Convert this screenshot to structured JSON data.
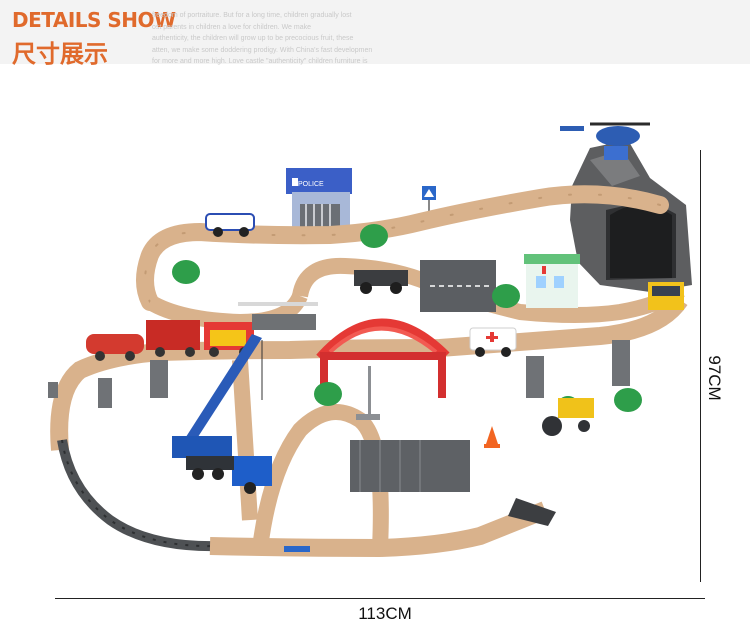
{
  "header": {
    "title_en": "DETAILS SHOW",
    "title_cn": "尺寸展示",
    "desc_lines": [
      "freedom of portraiture. But for a long time, children gradually lost",
      "ost parents in children a love for children. We make",
      "authenticity, the children will grow up to be precocious fruit, these",
      "atten, we make some doddering prodigy. With China's fast development",
      "for more and more high. Love castle \"authenticity\" children furniture is"
    ]
  },
  "toy": {
    "police_sign": "POLICE"
  },
  "dimensions": {
    "width_label": "113CM",
    "height_label": "97CM"
  }
}
